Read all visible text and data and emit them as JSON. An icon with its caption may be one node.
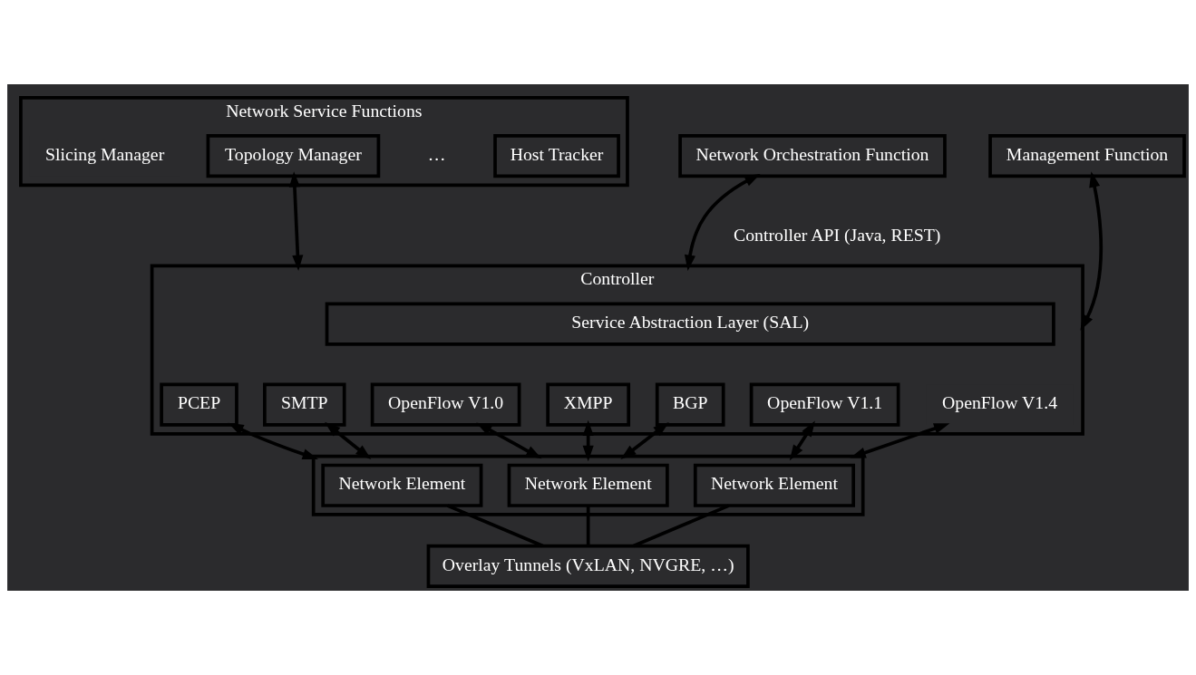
{
  "diagram": {
    "nodes": [
      {
        "text": [
          "Network Service Functions"
        ]
      },
      {
        "text": [
          "Slicing Manager"
        ],
        "in": 0
      },
      {
        "text": [
          "Topology Manager"
        ],
        "in": 0
      },
      {
        "text": [
          "Host Tracker"
        ],
        "in": 0
      },
      {
        "text": [
          "Network Orchestration Function"
        ]
      },
      {
        "text": [
          "Management Function"
        ]
      },
      {
        "text": [
          "Controller"
        ]
      },
      {
        "text": [
          "Service Abstraction Layer (SAL)"
        ],
        "in": 6
      },
      {
        "text": [
          "PCEP"
        ],
        "in": 6
      },
      {
        "text": [
          "SMTP"
        ],
        "in": 6
      },
      {
        "text": [
          "XMPP"
        ],
        "in": 6
      },
      {
        "text": [
          "BGP"
        ],
        "in": 6
      },
      {
        "text": [
          "OpenFlow V1.0"
        ],
        "in": 6
      },
      {
        "text": [
          "OpenFlow V1.1"
        ],
        "in": 6
      },
      {
        "text": [
          "OpenFlow V1.4"
        ],
        "in": 6
      },
      {
        "text": [],
        "shape": "box"
      },
      {
        "text": [
          "Network Element"
        ],
        "in": 15
      },
      {
        "text": [
          "Network Element"
        ],
        "in": 15
      },
      {
        "text": [
          "Network Element"
        ],
        "in": 15
      },
      {
        "text": [
          "Overlay Tunnels (VxLAN, NVGRE, …)"
        ]
      }
    ],
    "edges": [
      {
        "from": 2,
        "to": 6,
        "arrow": "both"
      },
      {
        "from": 4,
        "to": 6,
        "arrow": "both"
      },
      {
        "from": 5,
        "to": 6,
        "arrow": "both"
      },
      {
        "from": 8,
        "to": 15,
        "arrow": "both"
      },
      {
        "from": 9,
        "to": 15,
        "arrow": "both"
      },
      {
        "from": 10,
        "to": 15,
        "arrow": "both"
      },
      {
        "from": 11,
        "to": 15,
        "arrow": "both"
      },
      {
        "from": 12,
        "to": 15,
        "arrow": "both"
      },
      {
        "from": 13,
        "to": 15,
        "arrow": "both"
      },
      {
        "from": 14,
        "to": 15,
        "arrow": "both"
      },
      {
        "from": 16,
        "to": 19,
        "arrow": "none"
      },
      {
        "from": 17,
        "to": 19,
        "arrow": "none"
      },
      {
        "from": 18,
        "to": 19,
        "arrow": "none"
      }
    ],
    "labels": [
      "…",
      "Controller API (Java, REST)"
    ]
  }
}
